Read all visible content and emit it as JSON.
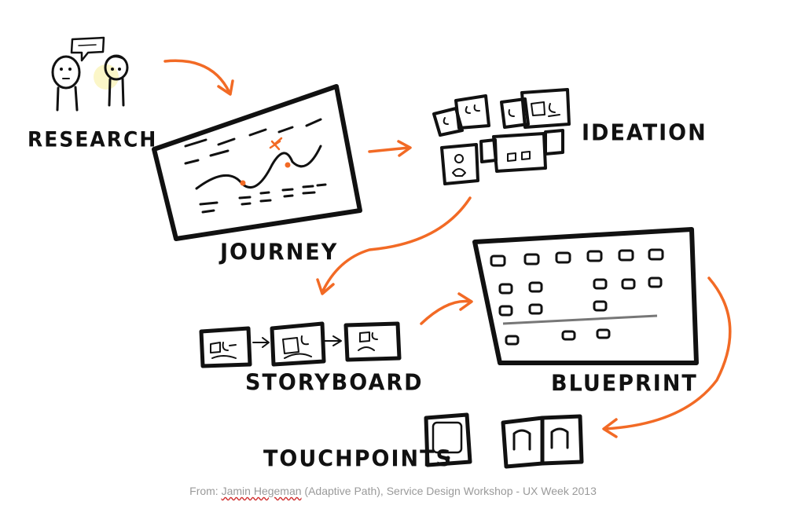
{
  "stages": {
    "research": "RESEARCH",
    "journey": "JOURNEY",
    "ideation": "IDEATION",
    "storyboard": "STORYBOARD",
    "blueprint": "BLUEPRINT",
    "touchpoints": "TOUCHPOINTS"
  },
  "caption": {
    "prefix": "From: ",
    "author": "Jamin Hegeman",
    "suffix": " (Adaptive Path), Service Design Workshop - UX Week 2013"
  },
  "colors": {
    "ink": "#111111",
    "arrow": "#f26a25",
    "caption": "#9a9a9a"
  }
}
